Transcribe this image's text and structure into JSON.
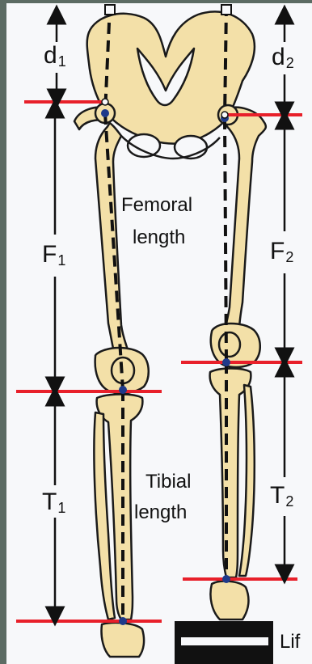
{
  "labels": {
    "d1_main": "d",
    "d1_sub": "1",
    "d2_main": "d",
    "d2_sub": "2",
    "f1_main": "F",
    "f1_sub": "1",
    "f2_main": "F",
    "f2_sub": "2",
    "t1_main": "T",
    "t1_sub": "1",
    "t2_main": "T",
    "t2_sub": "2",
    "femoral_line1": "Femoral",
    "femoral_line2": "length",
    "tibial_line1": "Tibial",
    "tibial_line2": "length",
    "lift_partial": "Lif"
  },
  "colors": {
    "background_frame": "#5c6b63",
    "panel": "#f7f8fa",
    "bone_fill": "#f3e0a8",
    "bone_outline": "#1a1a1a",
    "measure_line": "#e8202a",
    "landmark_dot": "#1f3a8a",
    "lift_block": "#111111"
  }
}
